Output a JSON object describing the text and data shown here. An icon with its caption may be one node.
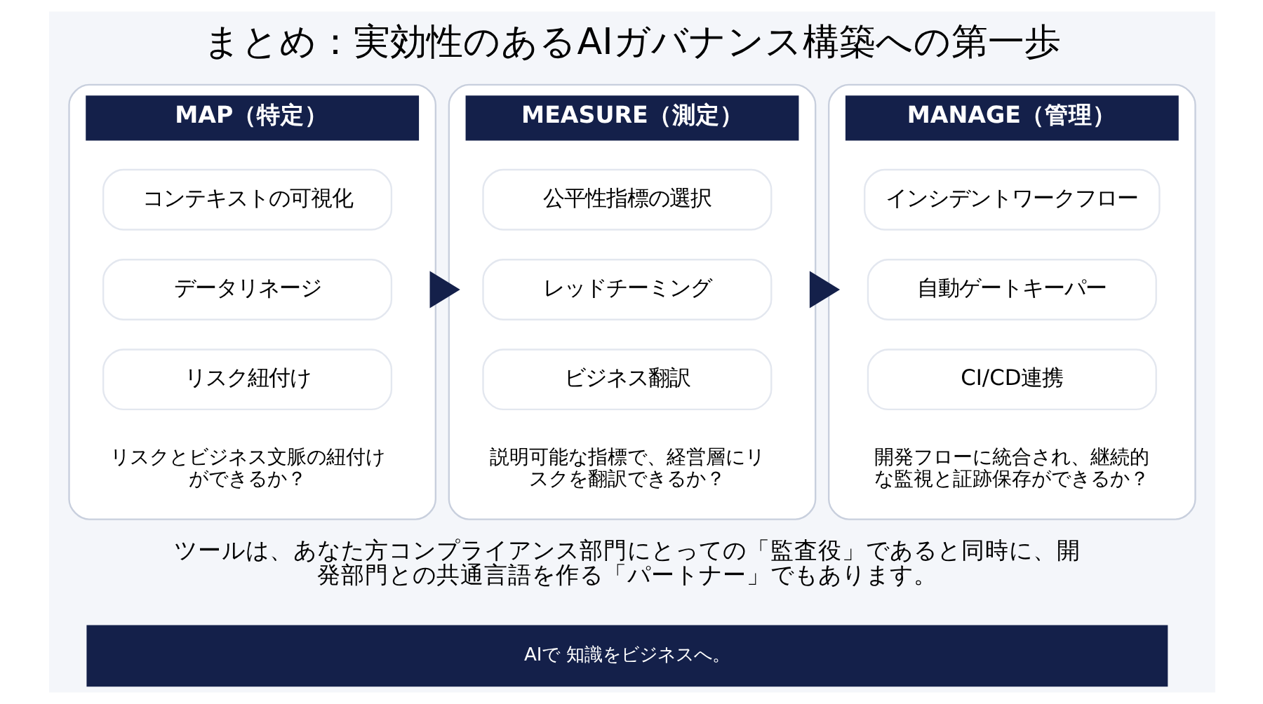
{
  "diagram": {
    "title": "まとめ：実効性のあるAIガバナンス構築への第一歩",
    "nodes": [
      {
        "text": [
          "MAP（特定）"
        ]
      },
      {
        "text": [
          "コンテキストの可視化"
        ],
        "in": 0
      },
      {
        "text": [
          "データリネージ"
        ],
        "in": 0
      },
      {
        "text": [
          "リスク紐付け"
        ],
        "in": 0
      },
      {
        "text": [
          "リスクとビジネス文脈の紐付けができるか？"
        ],
        "in": 0
      },
      {
        "text": [
          "MEASURE（測定）"
        ]
      },
      {
        "text": [
          "公平性指標の選択"
        ],
        "in": 5
      },
      {
        "text": [
          "レッドチーミング"
        ],
        "in": 5
      },
      {
        "text": [
          "ビジネス翻訳"
        ],
        "in": 5
      },
      {
        "text": [
          "説明可能な指標で、経営層にリスクを翻訳できるか？"
        ],
        "in": 5
      },
      {
        "text": [
          "MANAGE（管理）"
        ]
      },
      {
        "text": [
          "インシデントワークフロー"
        ],
        "in": 10
      },
      {
        "text": [
          "自動ゲートキーパー"
        ],
        "in": 10
      },
      {
        "text": [
          "CI/CD連携"
        ],
        "in": 10
      },
      {
        "text": [
          "開発フローに統合され、継続的な監視と証跡保存ができるか？"
        ],
        "in": 10
      }
    ],
    "edges": [
      {
        "from": 0,
        "to": 5,
        "arrow": "to",
        "style": "thick"
      },
      {
        "from": 5,
        "to": 10,
        "arrow": "to",
        "style": "thick"
      }
    ],
    "labels": [
      "ツールは、あなた方コンプライアンス部門にとっての「監査役」であると同時に、開発部門との共通言語を作る「パートナー」でもあります。",
      "AIで 知識をビジネスへ。"
    ]
  }
}
